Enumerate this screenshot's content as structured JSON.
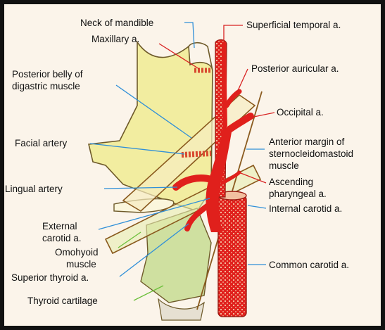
{
  "colors": {
    "artery": "#e0201c",
    "artery_dark": "#9a1a12",
    "tissue": "#f2eda0",
    "tissue_shade": "#cfe0a0",
    "muscle_line": "#8a5a1e",
    "background": "#fbf4ea",
    "leader_blue": "#2f8fd8",
    "leader_green": "#6bbf3a",
    "leader_red": "#d82222"
  },
  "labels": {
    "neck_of_mandible": "Neck of mandible",
    "maxillary": "Maxillary a.",
    "posterior_belly_line1": "Posterior belly of",
    "posterior_belly_line2": "digastric muscle",
    "facial_artery": "Facial artery",
    "lingual_artery": "Lingual artery",
    "external_carotid_line1": "External",
    "external_carotid_line2": "carotid a.",
    "omohyoid_line1": "Omohyoid",
    "omohyoid_line2": "muscle",
    "superior_thyroid": "Superior thyroid a.",
    "thyroid_cartilage": "Thyroid cartilage",
    "superficial_temporal": "Superficial temporal a.",
    "posterior_auricular": "Posterior auricular a.",
    "occipital": "Occipital a.",
    "anterior_margin_line1": "Anterior margin of",
    "anterior_margin_line2": "sternocleidomastoid",
    "anterior_margin_line3": "muscle",
    "ascending_pharyngeal_line1": "Ascending",
    "ascending_pharyngeal_line2": "pharyngeal a.",
    "internal_carotid": "Internal carotid a.",
    "common_carotid": "Common carotid a."
  }
}
